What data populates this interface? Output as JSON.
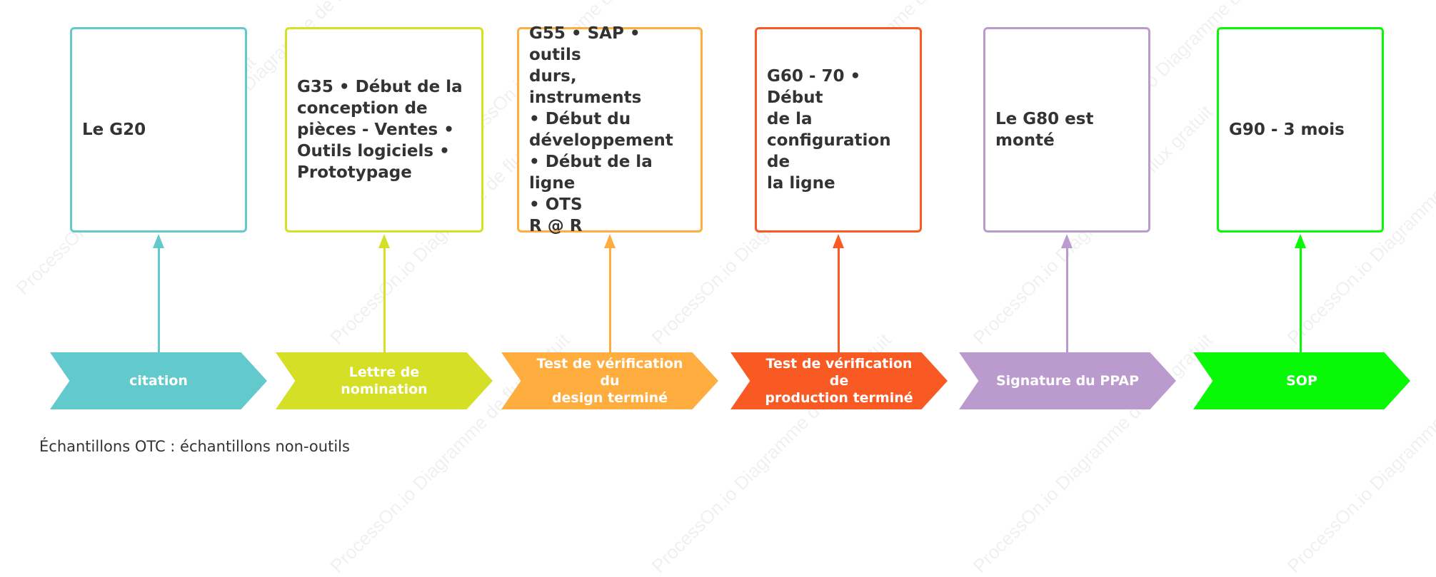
{
  "watermark_text": "ProcessOn.io Diagramme de flux gratuit",
  "stages": [
    {
      "label": "citation",
      "box_text": "Le G20",
      "color": "#62CACD"
    },
    {
      "label": "Lettre de nomination",
      "box_text": "G35 • Début de la\nconception de\npièces - Ventes •\nOutils logiciels •\nPrototypage",
      "color": "#D4DF26"
    },
    {
      "label": "Test de vérification du\ndesign terminé",
      "box_text": "G55 • SAP • outils\ndurs, instruments\n• Début du\ndéveloppement\n• Début de la ligne\n• OTS\nR @ R",
      "color": "#FEAD3E"
    },
    {
      "label": "Test de vérification de\nproduction terminé",
      "box_text": "G60 - 70 • Début\nde la\nconfiguration de\nla ligne",
      "color": "#F95A24"
    },
    {
      "label": "Signature du PPAP",
      "box_text": "Le G80 est\nmonté",
      "color": "#BB9BCD"
    },
    {
      "label": "SOP",
      "box_text": "G90 - 3 mois",
      "color": "#08F808"
    }
  ],
  "footnote": "Échantillons OTC : échantillons non-outils"
}
